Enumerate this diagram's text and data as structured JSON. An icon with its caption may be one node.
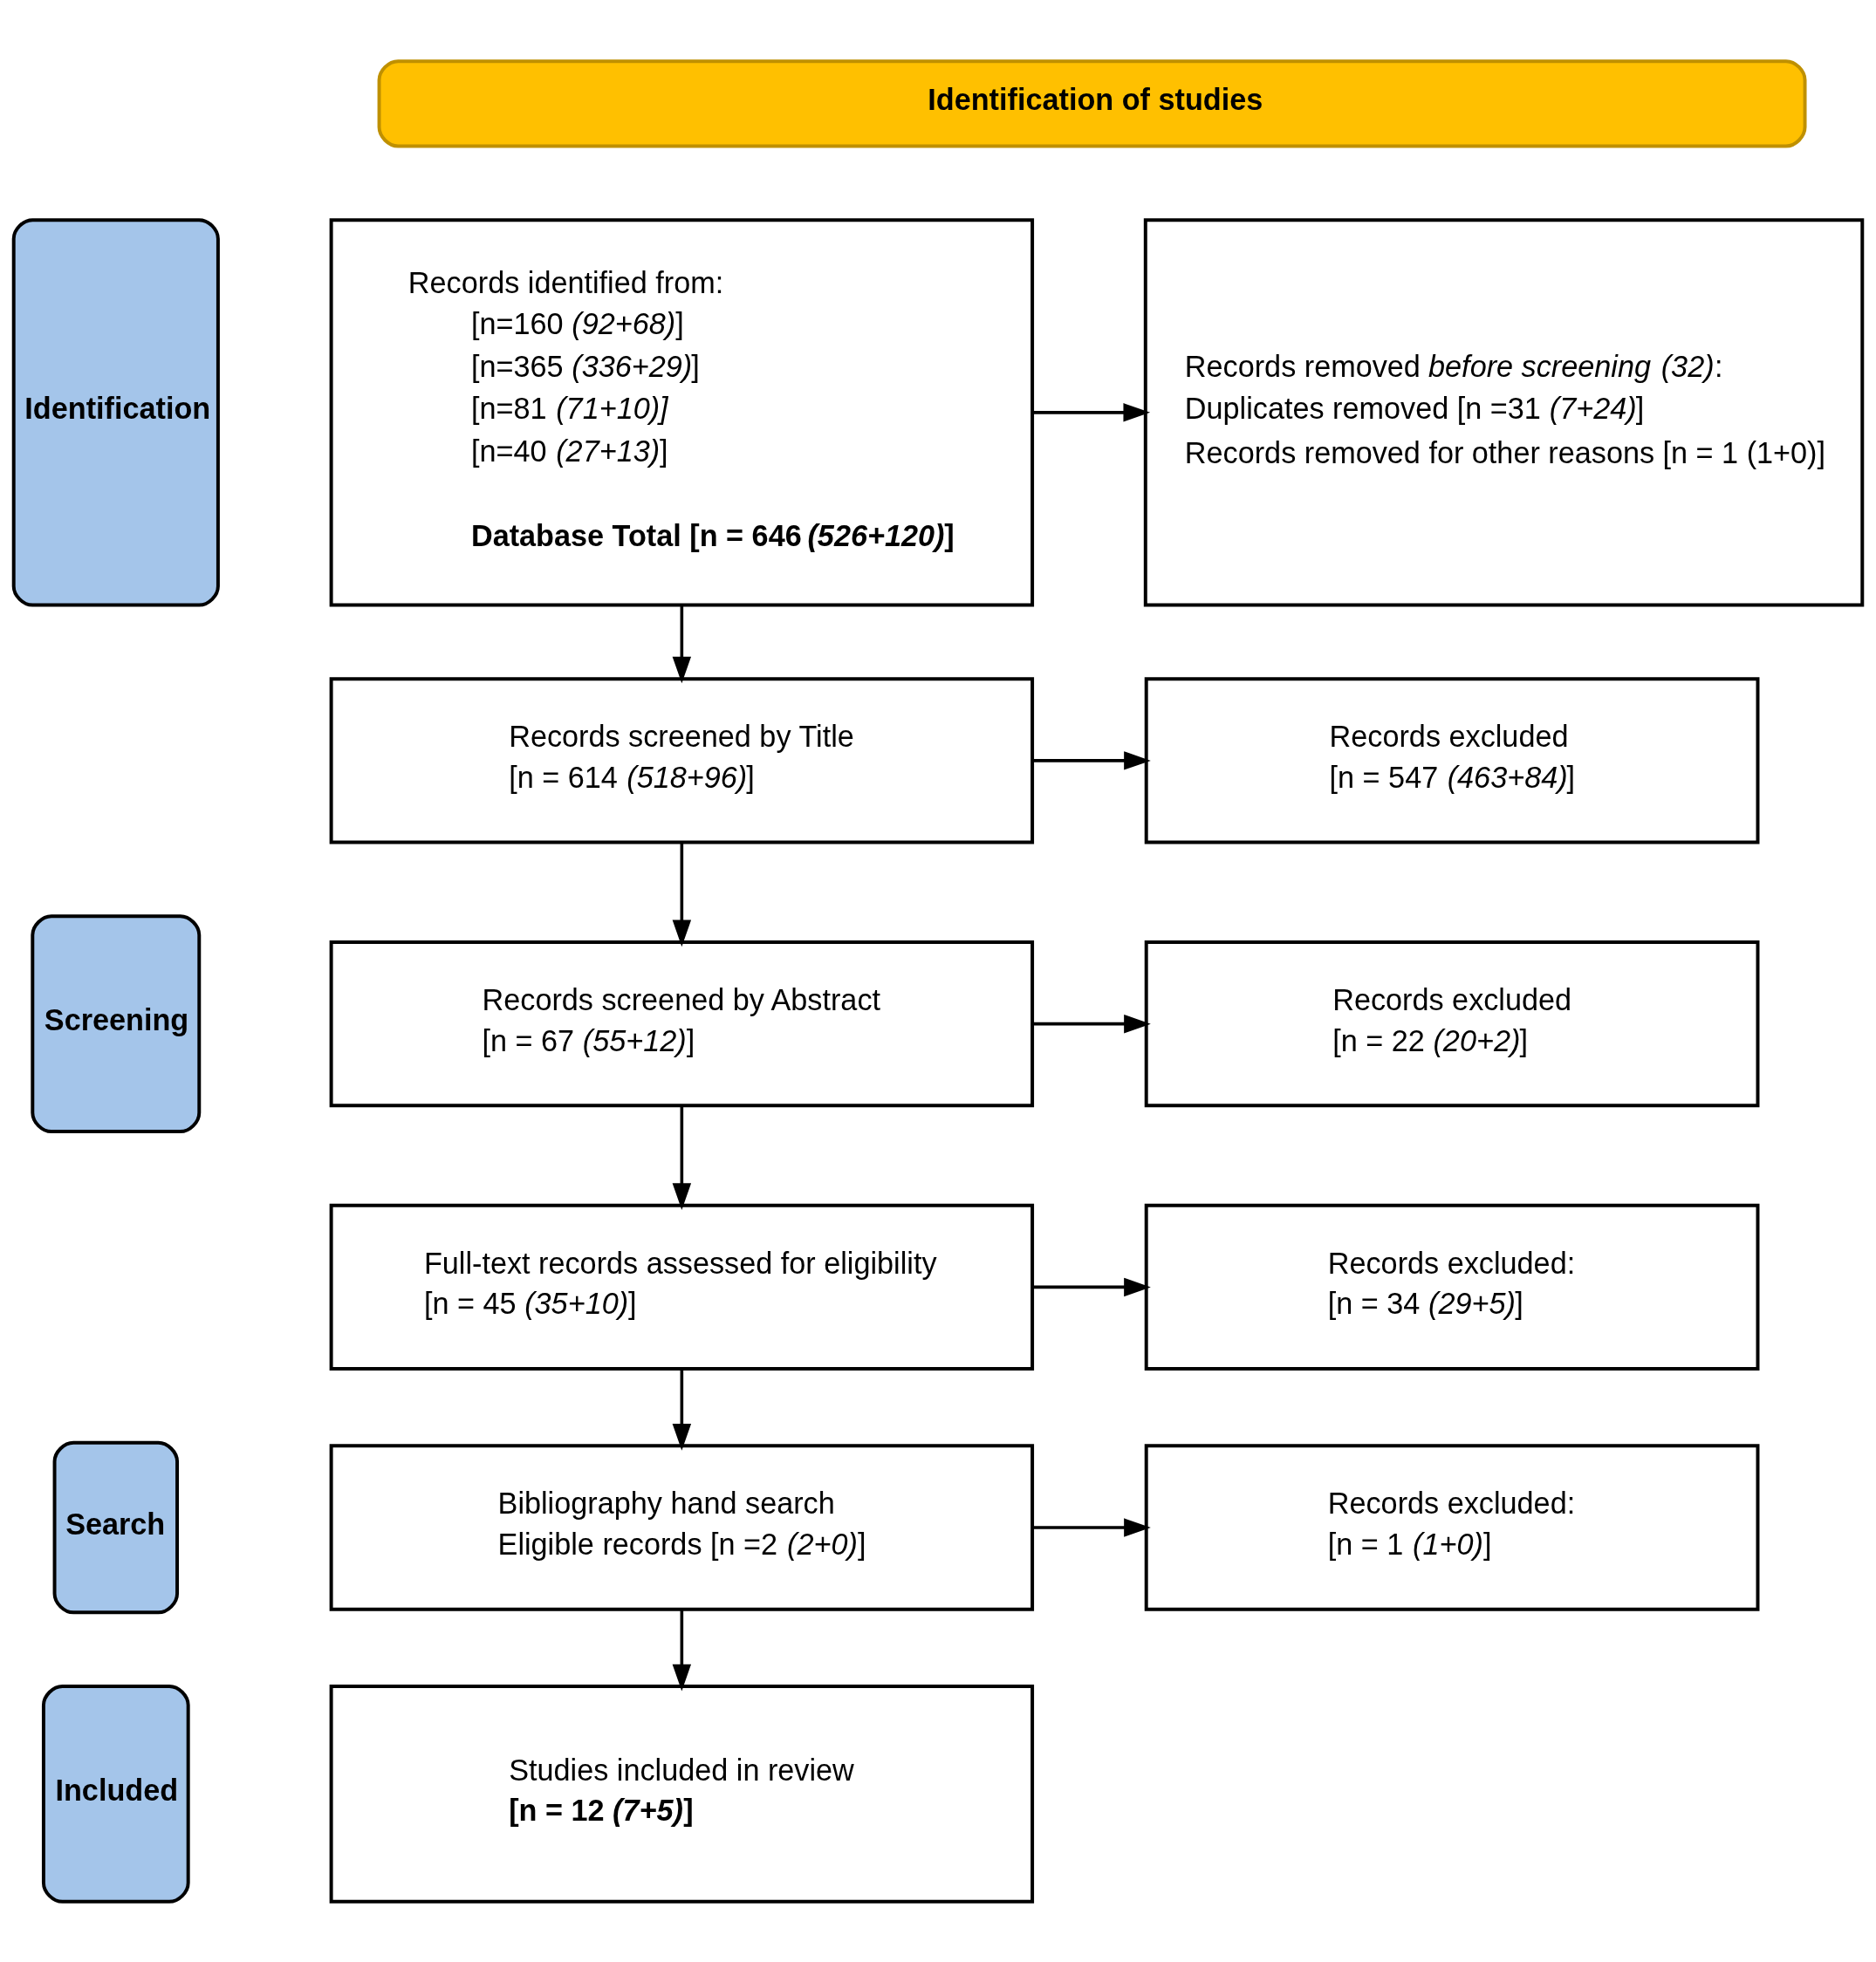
{
  "diagram": {
    "nodes": [
      {
        "text": [
          "Identification of studies"
        ]
      },
      {
        "text": [
          "Identification"
        ]
      },
      {
        "text": [
          "Records identified from:",
          "[n=160 *(92+68)*]",
          "[n=365 *(336+29)*]",
          "[n=81 *(71+10)]*",
          "[n=40 *(27+13)*]",
          "**Database Total [n = 646 *(526+120)*]**"
        ]
      },
      {
        "text": [
          "Records removed *before screening* *(32)*:",
          "Duplicates removed [n =31 *(7+24)*]",
          "Records removed for other reasons [n = 1 (1+0)]"
        ]
      },
      {
        "text": [
          "Screening"
        ]
      },
      {
        "text": [
          "Records screened by Title",
          "[n = 614 *(518+96)*]"
        ]
      },
      {
        "text": [
          "Records excluded",
          "[n = 547 *(463+84)*]"
        ]
      },
      {
        "text": [
          "Records screened by Abstract",
          "[n = 67 *(55+12)*]"
        ]
      },
      {
        "text": [
          "Records excluded",
          "[n = 22 *(20+2)*]"
        ]
      },
      {
        "text": [
          "Full-text records assessed for eligibility",
          "[n = 45 *(35+10)*]"
        ]
      },
      {
        "text": [
          "Records excluded:",
          "[n = 34 *(29+5)*]"
        ]
      },
      {
        "text": [
          "Search"
        ]
      },
      {
        "text": [
          "Bibliography hand search",
          "Eligible records [n =2 *(2+0)*]"
        ]
      },
      {
        "text": [
          "Records excluded:",
          "[n = 1 *(1+0)*]"
        ]
      },
      {
        "text": [
          "Included"
        ]
      },
      {
        "text": [
          "Studies included in review",
          "**[n = 12 *(7+5)*]**"
        ]
      }
    ],
    "edges": [
      {
        "from": 2,
        "to": 3,
        "arrow": "to"
      },
      {
        "from": 2,
        "to": 5,
        "arrow": "to"
      },
      {
        "from": 5,
        "to": 6,
        "arrow": "to"
      },
      {
        "from": 5,
        "to": 7,
        "arrow": "to"
      },
      {
        "from": 7,
        "to": 8,
        "arrow": "to"
      },
      {
        "from": 7,
        "to": 9,
        "arrow": "to"
      },
      {
        "from": 9,
        "to": 10,
        "arrow": "to"
      },
      {
        "from": 9,
        "to": 12,
        "arrow": "to"
      },
      {
        "from": 12,
        "to": 13,
        "arrow": "to"
      },
      {
        "from": 12,
        "to": 15,
        "arrow": "to"
      }
    ]
  }
}
